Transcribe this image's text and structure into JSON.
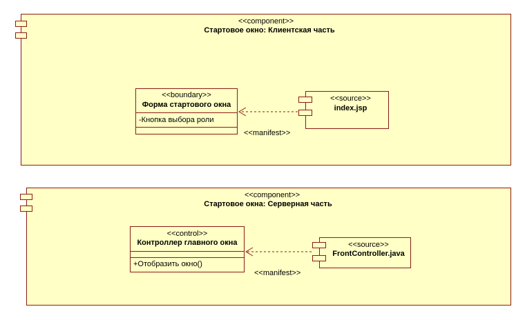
{
  "component1": {
    "stereotype": "<<component>>",
    "name": "Стартовое окно: Клиентская часть",
    "boundary": {
      "stereotype": "<<boundary>>",
      "name": "Форма стартового окна",
      "attribute": "-Кнопка выбора роли"
    },
    "source": {
      "stereotype": "<<source>>",
      "name": "index.jsp"
    },
    "dependency": "<<manifest>>"
  },
  "component2": {
    "stereotype": "<<component>>",
    "name": "Стартовое окна: Серверная часть",
    "control": {
      "stereotype": "<<control>>",
      "name": "Контроллер главного окна",
      "operation": "+Отобразить окно()"
    },
    "source": {
      "stereotype": "<<source>>",
      "name": "FrontController.java"
    },
    "dependency": "<<manifest>>"
  },
  "colors": {
    "fill": "#ffffc6",
    "border": "#8b1a1a"
  }
}
